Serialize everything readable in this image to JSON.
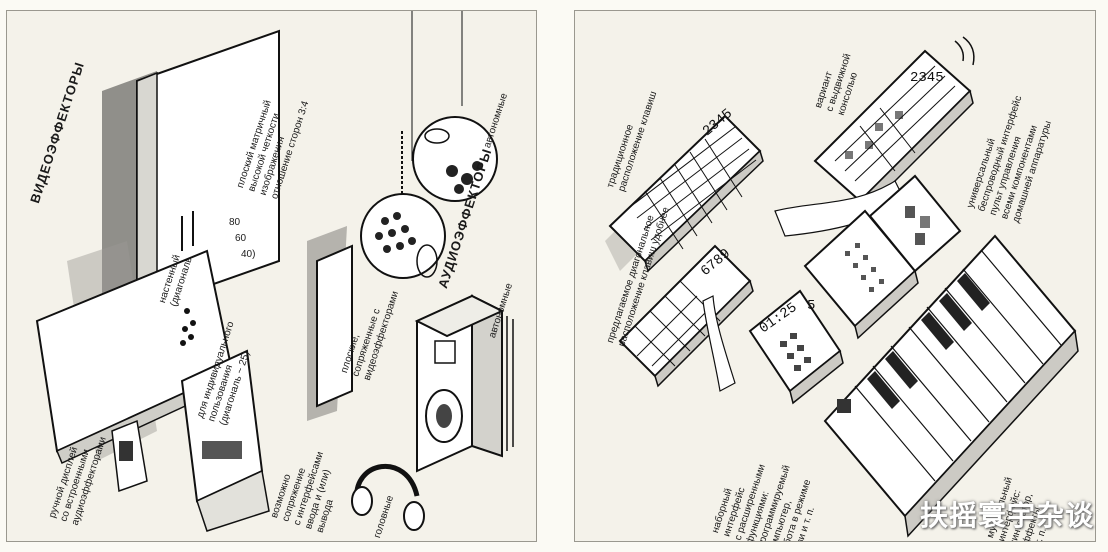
{
  "left_panel": {
    "title_video": "ВИДЕОЭФФЕКТОРЫ",
    "title_audio": "АУДИОЭФФЕКТОРЫ",
    "label_screen": "плоский матричный\nвысокой четкости\nизображения\nотношение сторон 3:4",
    "label_wall": "настенный\n(диагональ",
    "sizes": [
      "80",
      "60",
      "40)"
    ],
    "label_personal": "для индивидуального\nпользования\n(диагональ ~ 25)",
    "label_handheld": "ручной дисплей\nсо встроенными\nаудиоэффекторами",
    "label_autonomous_top": "автономные",
    "label_combined": "плоские,\nсопряженные с\nвидеоэффекторами",
    "label_autonomous_speaker": "автономные",
    "label_interface": "возможно\nсопряжение\nс интерфейсами\nввода и (или)\nвывода",
    "label_headphones": "головные"
  },
  "right_panel": {
    "label_pocket": "вариант\nс выдвижной\nконсолью",
    "label_traditional": "традиционное\nрасположение клавиш",
    "label_diagonal": "предлагаемое диагональное\nрасположение клавиш удобнее",
    "label_universal": "универсальный\nбеспроводный интерфейс\nпульт управления\nвсеми компонентами\nдомашней аппаратуры",
    "label_keypad": "наборный\nинтерфейс\nс расширенными\nфункциями:\nпрограммируемый\nкомпьютер,\nработа в режиме\nсвязи и т. п.",
    "label_music": "музыкальный\nинтерфейс:\nсинтезатор,\nэффекты\nи т. п.",
    "display_top": "2345",
    "display_keypad": "2345",
    "display_diagonal": "6789",
    "display_small": "01:25",
    "display_small2": "5"
  },
  "watermark": "扶摇寰宇杂谈"
}
